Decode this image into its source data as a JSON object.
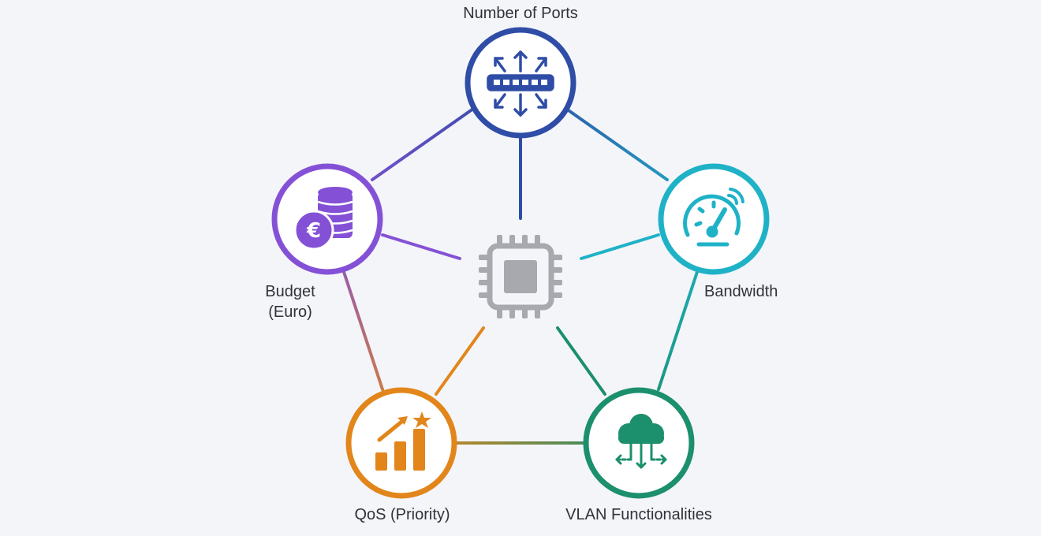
{
  "colors": {
    "background": "#f4f5f9",
    "ports": "#2f4da6",
    "bandwidth": "#1fb2c7",
    "budget": "#8451d6",
    "qos": "#e2861b",
    "vlan": "#1c8f6d",
    "chip": "#a7a9ae"
  },
  "nodes": {
    "ports": {
      "label": "Number of Ports",
      "icon": "network-switch-icon"
    },
    "bandwidth": {
      "label": "Bandwidth",
      "icon": "speedometer-icon"
    },
    "budget": {
      "label_line1": "Budget",
      "label_line2": "(Euro)",
      "icon": "euro-coins-icon"
    },
    "qos": {
      "label": "QoS (Priority)",
      "icon": "bar-chart-star-icon"
    },
    "vlan": {
      "label": "VLAN Functionalities",
      "icon": "cloud-network-icon"
    }
  },
  "center": {
    "icon": "processor-chip-icon"
  }
}
